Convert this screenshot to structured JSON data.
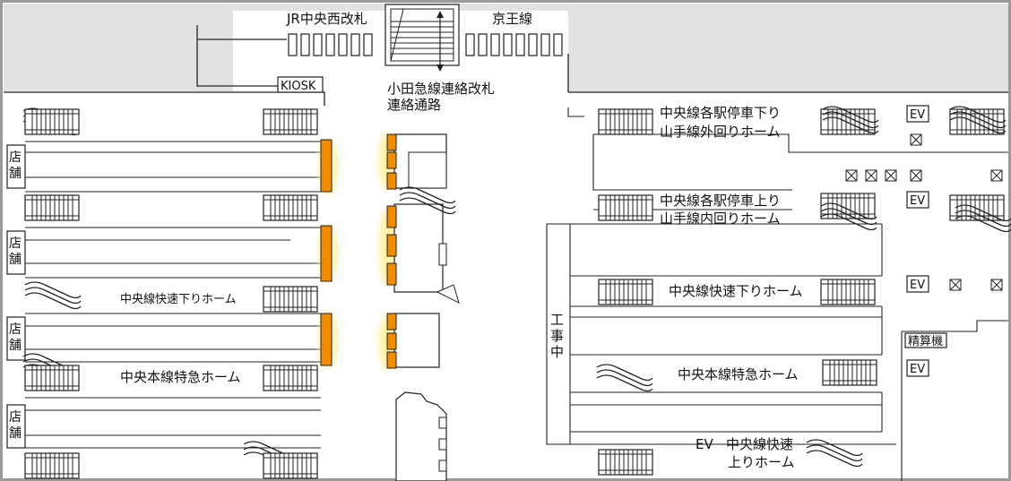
{
  "gates": {
    "jr_chuo_west": "JR中央西改札",
    "keio": "京王線",
    "odakyu": [
      "小田急線連絡改札",
      "連絡通路"
    ],
    "kiosk": "KIOSK"
  },
  "platforms": {
    "chuo_local_down": [
      "中央線各駅停車下り",
      "山手線外回りホーム"
    ],
    "chuo_local_up": [
      "中央線各駅停車上り",
      "山手線内回りホーム"
    ],
    "chuo_rapid_down_left": "中央線快速下りホーム",
    "chuo_main_left": "中央本線特急ホーム",
    "chuo_rapid_down_right": "中央線快速下りホーム",
    "chuo_main_right": "中央本線特急ホーム",
    "chuo_rapid_up": [
      "中央線快速",
      "上りホーム"
    ]
  },
  "facilities": {
    "shop": [
      "店",
      "舗"
    ],
    "construction": [
      "工",
      "事",
      "中"
    ],
    "ev": "EV",
    "fare_adjust": "精算機"
  },
  "colors": {
    "shop_accent": "#F08C00",
    "glow": "#FFF3A0",
    "outside_gray": "#E2E2E5",
    "line": "#222222",
    "frame": "#9A9A9A"
  }
}
